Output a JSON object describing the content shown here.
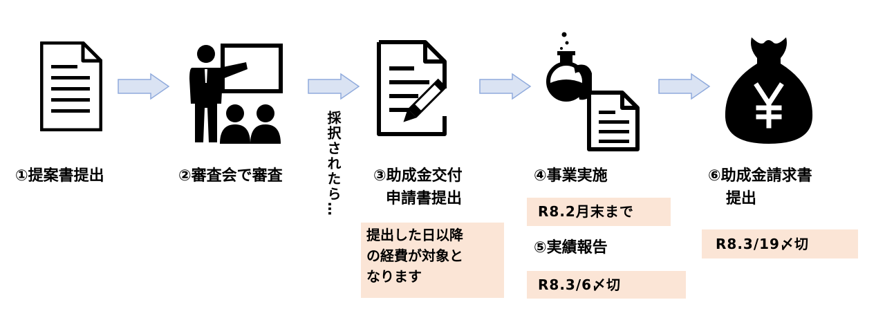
{
  "colors": {
    "arrow_fill": "#dae3f3",
    "arrow_stroke": "#8faadc",
    "note_bg": "#fbe5d6",
    "icon": "#000000"
  },
  "steps": [
    {
      "icon": "document-icon",
      "label_lines": [
        "①提案書提出"
      ]
    },
    {
      "icon": "presenter-icon",
      "label_lines": [
        "②審査会で審査"
      ]
    },
    {
      "icon": "document-pen-icon",
      "label_lines": [
        "③助成金交付",
        "申請書提出"
      ]
    },
    {
      "icon": "experiment-report-icon",
      "label_lines": [
        "④事業実施"
      ]
    },
    {
      "icon": "money-bag-yen-icon",
      "label_lines": [
        "⑥助成金請求書",
        "提出"
      ]
    }
  ],
  "step5_label": "⑤実績報告",
  "notes": {
    "expense": [
      "提出した日以降",
      "の経費が対象と",
      "なります"
    ],
    "implementation_deadline": "R8.2月末まで",
    "report_deadline": "R8.3/6〆切",
    "invoice_deadline": "R8.3/19〆切"
  },
  "adoption_text": "採択されたら…"
}
